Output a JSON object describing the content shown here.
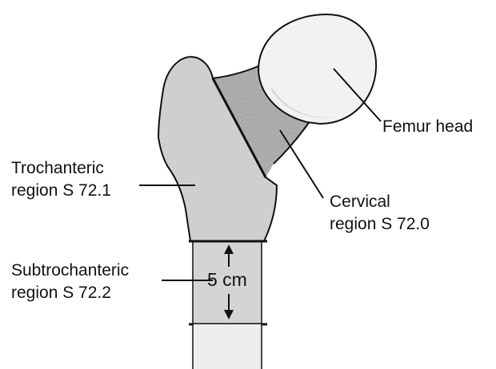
{
  "labels": {
    "femur_head": "Femur head",
    "trochanteric": {
      "line1": "Trochanteric",
      "line2": "region S 72.1"
    },
    "cervical": {
      "line1": "Cervical",
      "line2": "region S 72.0"
    },
    "subtrochanteric": {
      "line1": "Subtrochanteric",
      "line2": "region S 72.2"
    },
    "measurement": "5 cm"
  },
  "colors": {
    "head_fill": "#f2f2f2",
    "neck_fill": "#8c8c8c",
    "trochanter_fill": "#cfcfcf",
    "shaft_fill": "#d8d8d8",
    "outline": "#111111"
  }
}
